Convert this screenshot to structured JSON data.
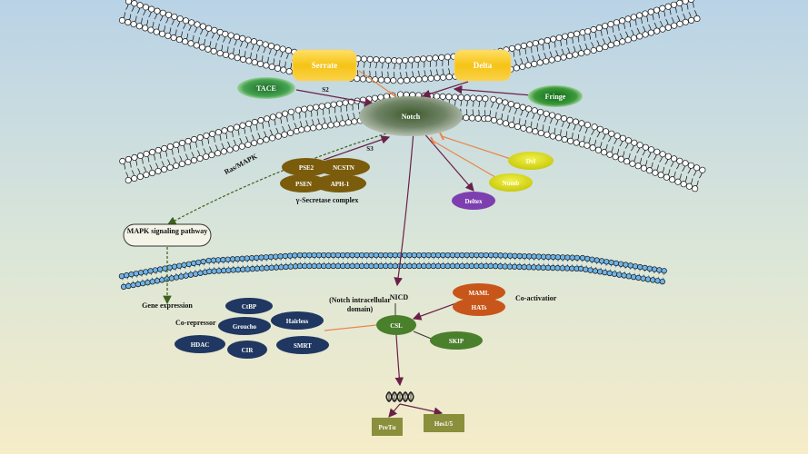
{
  "labels": {
    "serrate": "Serrate",
    "delta": "Delta",
    "tace": "TACE",
    "s2": "S2",
    "s3": "S3",
    "fringe": "Fringe",
    "notch": "Notch",
    "dvl": "Dvl",
    "numb": "Numb",
    "deltex": "Deltex",
    "ras_mapk": "Ras/MAPK",
    "pse2": "PSE2",
    "ncstn": "NCSTN",
    "psen": "PSEN",
    "aph1": "APH-1",
    "gamma_secretase": "γ-Secretase complex",
    "mapk_pathway": "MAPK signaling pathway",
    "gene_expression": "Gene expression",
    "nicd": "NICD",
    "nicd_desc": "(Notch intracellular domain)",
    "maml": "MAML",
    "hats": "HATs",
    "coactivator": "Co-activatior",
    "csl": "CSL",
    "skip": "SKIP",
    "corepressor": "Co-repressor",
    "ctbp": "CtBP",
    "groucho": "Groucho",
    "hairless": "Hairless",
    "hdac": "HDAC",
    "cir": "CIR",
    "smrt": "SMRT",
    "pret": "PreTα",
    "hes": "Hes1/5"
  },
  "colors": {
    "ligand_yellow": "#f7c51e",
    "tace_green": "#2f8f3a",
    "fringe_green": "#2a8a2a",
    "notch_dark": "#3d5a2e",
    "secretase_brown": "#7a5c0c",
    "dvl_yellow": "#dede1e",
    "deltex_purple": "#7d3fb0",
    "corepressor_navy": "#1f3761",
    "coactivator_orange": "#c8561a",
    "csl_green": "#4a7f2c",
    "target_olive": "#8a8f3c",
    "arrow_purple": "#6a2048",
    "inhibit_orange": "#e8874a",
    "dashed_green": "#3f5f1e"
  }
}
